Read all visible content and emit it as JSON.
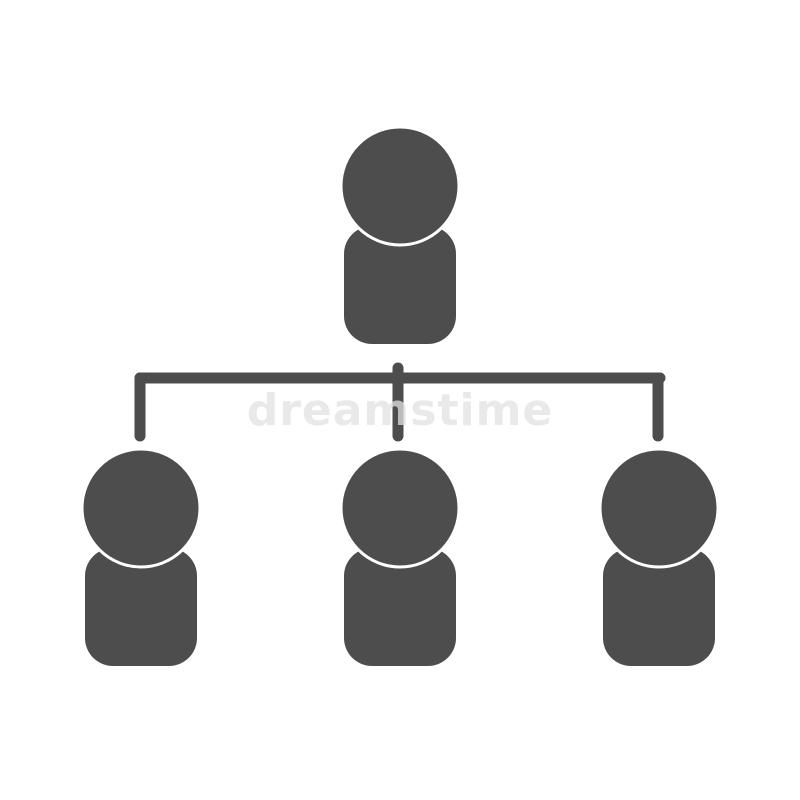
{
  "diagram": {
    "type": "org-chart-icon",
    "nodes": [
      {
        "id": "top",
        "level": 0
      },
      {
        "id": "bottom-left",
        "level": 1
      },
      {
        "id": "bottom-middle",
        "level": 1
      },
      {
        "id": "bottom-right",
        "level": 1
      }
    ],
    "edges": [
      {
        "from": "top",
        "to": "bottom-left"
      },
      {
        "from": "top",
        "to": "bottom-middle"
      },
      {
        "from": "top",
        "to": "bottom-right"
      }
    ],
    "icon_names": [
      "person-icon",
      "connector-lines"
    ]
  },
  "colors": {
    "icon": "#4d4d4d",
    "background": "#ffffff",
    "watermark": "#e2e2e2"
  },
  "watermark": {
    "text": "dreamstime"
  }
}
